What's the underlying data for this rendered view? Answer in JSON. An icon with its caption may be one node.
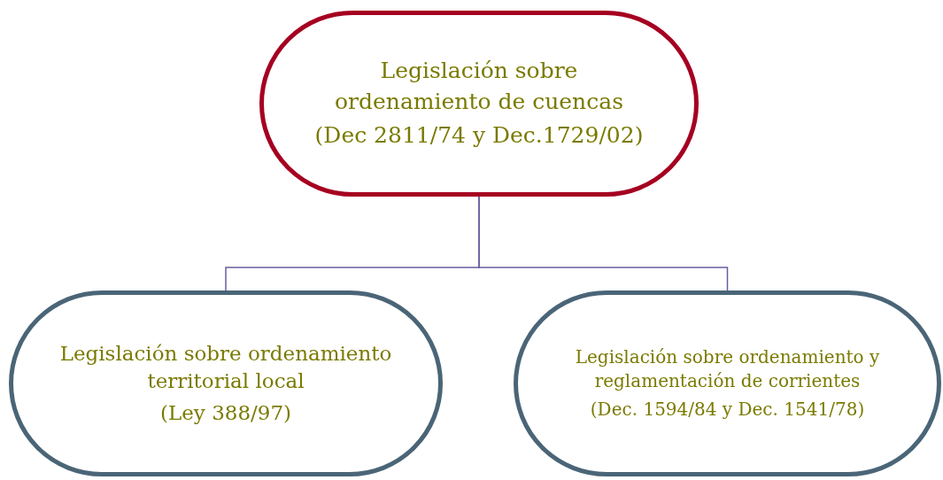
{
  "diagram": {
    "nodes": [
      {
        "text": [
          "Legislación sobre ordenamiento de cuencas",
          "(Dec 2811/74 y Dec.1729/02)"
        ]
      },
      {
        "text": [
          "Legislación sobre ordenamiento territorial local",
          "(Ley 388/97)"
        ]
      },
      {
        "text": [
          "Legislación sobre ordenamiento y reglamentación de corrientes",
          "(Dec. 1594/84 y Dec. 1541/78)"
        ]
      }
    ],
    "edges": [
      {
        "from": 0,
        "to": 1,
        "arrow": "none"
      },
      {
        "from": 0,
        "to": 2,
        "arrow": "none"
      }
    ]
  }
}
